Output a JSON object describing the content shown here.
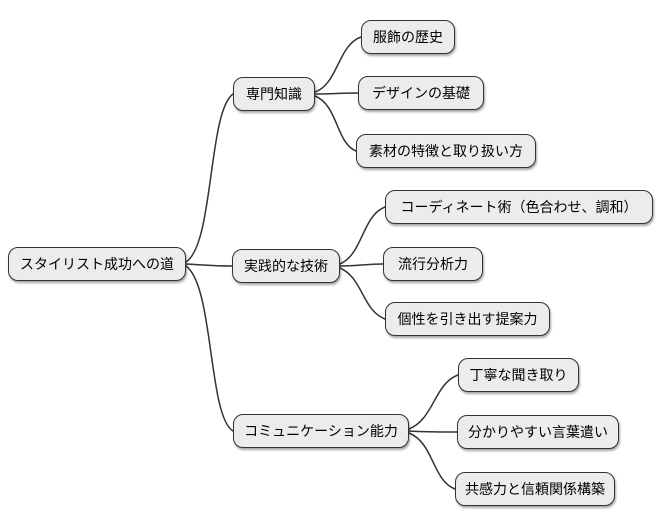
{
  "diagram": {
    "type": "mindmap",
    "root": {
      "id": "root",
      "label": "スタイリスト成功への道"
    },
    "branches": [
      {
        "id": "b1",
        "label": "専門知識",
        "children": [
          {
            "id": "l1a",
            "label": "服飾の歴史"
          },
          {
            "id": "l1b",
            "label": "デザインの基礎"
          },
          {
            "id": "l1c",
            "label": "素材の特徴と取り扱い方"
          }
        ]
      },
      {
        "id": "b2",
        "label": "実践的な技術",
        "children": [
          {
            "id": "l2a",
            "label": "コーディネート術（色合わせ、調和）"
          },
          {
            "id": "l2b",
            "label": "流行分析力"
          },
          {
            "id": "l2c",
            "label": "個性を引き出す提案力"
          }
        ]
      },
      {
        "id": "b3",
        "label": "コミュニケーション能力",
        "children": [
          {
            "id": "l3a",
            "label": "丁寧な聞き取り"
          },
          {
            "id": "l3b",
            "label": "分かりやすい言葉遣い"
          },
          {
            "id": "l3c",
            "label": "共感力と信頼関係構築"
          }
        ]
      }
    ],
    "edges": [
      {
        "from": "スタイリスト成功への道",
        "to": "専門知識"
      },
      {
        "from": "スタイリスト成功への道",
        "to": "実践的な技術"
      },
      {
        "from": "スタイリスト成功への道",
        "to": "コミュニケーション能力"
      },
      {
        "from": "専門知識",
        "to": "服飾の歴史"
      },
      {
        "from": "専門知識",
        "to": "デザインの基礎"
      },
      {
        "from": "専門知識",
        "to": "素材の特徴と取り扱い方"
      },
      {
        "from": "実践的な技術",
        "to": "コーディネート術（色合わせ、調和）"
      },
      {
        "from": "実践的な技術",
        "to": "流行分析力"
      },
      {
        "from": "実践的な技術",
        "to": "個性を引き出す提案力"
      },
      {
        "from": "コミュニケーション能力",
        "to": "丁寧な聞き取り"
      },
      {
        "from": "コミュニケーション能力",
        "to": "分かりやすい言葉遣い"
      },
      {
        "from": "コミュニケーション能力",
        "to": "共感力と信頼関係構築"
      }
    ],
    "colors": {
      "background": "#FFFFFF",
      "node_fill": "#ECECEC",
      "node_border": "#333333",
      "edge": "#333333",
      "text": "#000000"
    }
  }
}
